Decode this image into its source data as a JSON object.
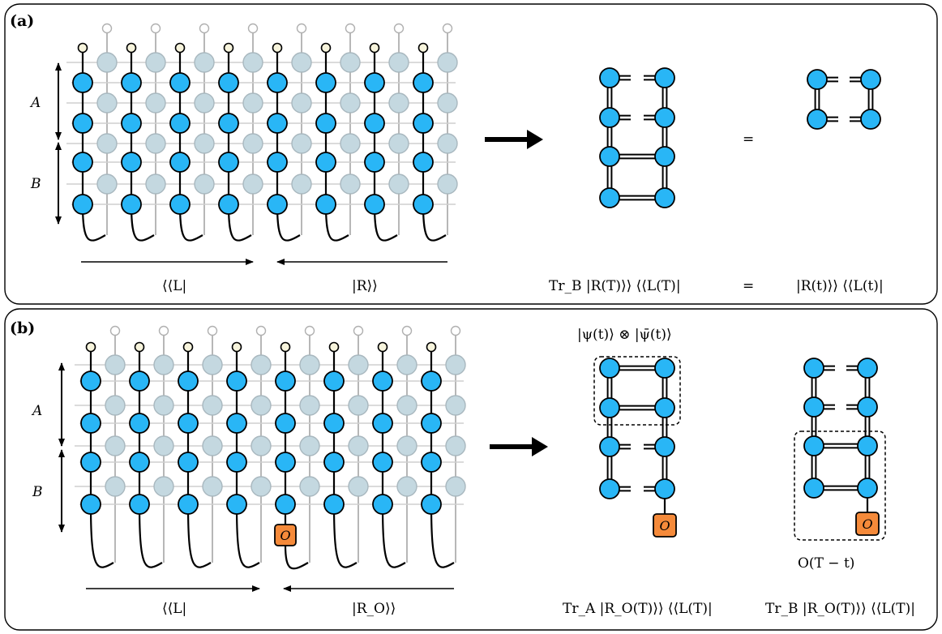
{
  "panel_a": {
    "label": "(a)",
    "region_top": "A",
    "region_bottom": "B",
    "left_arrow_label": "⟨⟨L|",
    "right_arrow_label": "|R⟩⟩",
    "result_label": "Tr_B |R(T)⟩⟩ ⟨⟨L(T)|",
    "equals_sign": "=",
    "reduced_label": "|R(t)⟩⟩ ⟨⟨L(t)|"
  },
  "panel_b": {
    "label": "(b)",
    "region_top": "A",
    "region_bottom": "B",
    "left_arrow_label": "⟨⟨L|",
    "right_arrow_label": "|R_O⟩⟩",
    "state_label": "|ψ(t)⟩ ⊗ |ψ̄(t)⟩",
    "operator": "O",
    "evolved_operator_label": "O(T − t)",
    "trace_a_label": "Tr_A |R_O(T)⟩⟩ ⟨⟨L(T)|",
    "trace_b_label": "Tr_B |R_O(T)⟩⟩ ⟨⟨L(T)|"
  },
  "colors": {
    "node_fill": "#29b6f6",
    "ghost_node_fill": "#c4d8e0",
    "cap_fill": "#f7f4dc",
    "operator_fill": "#f58a3a"
  }
}
